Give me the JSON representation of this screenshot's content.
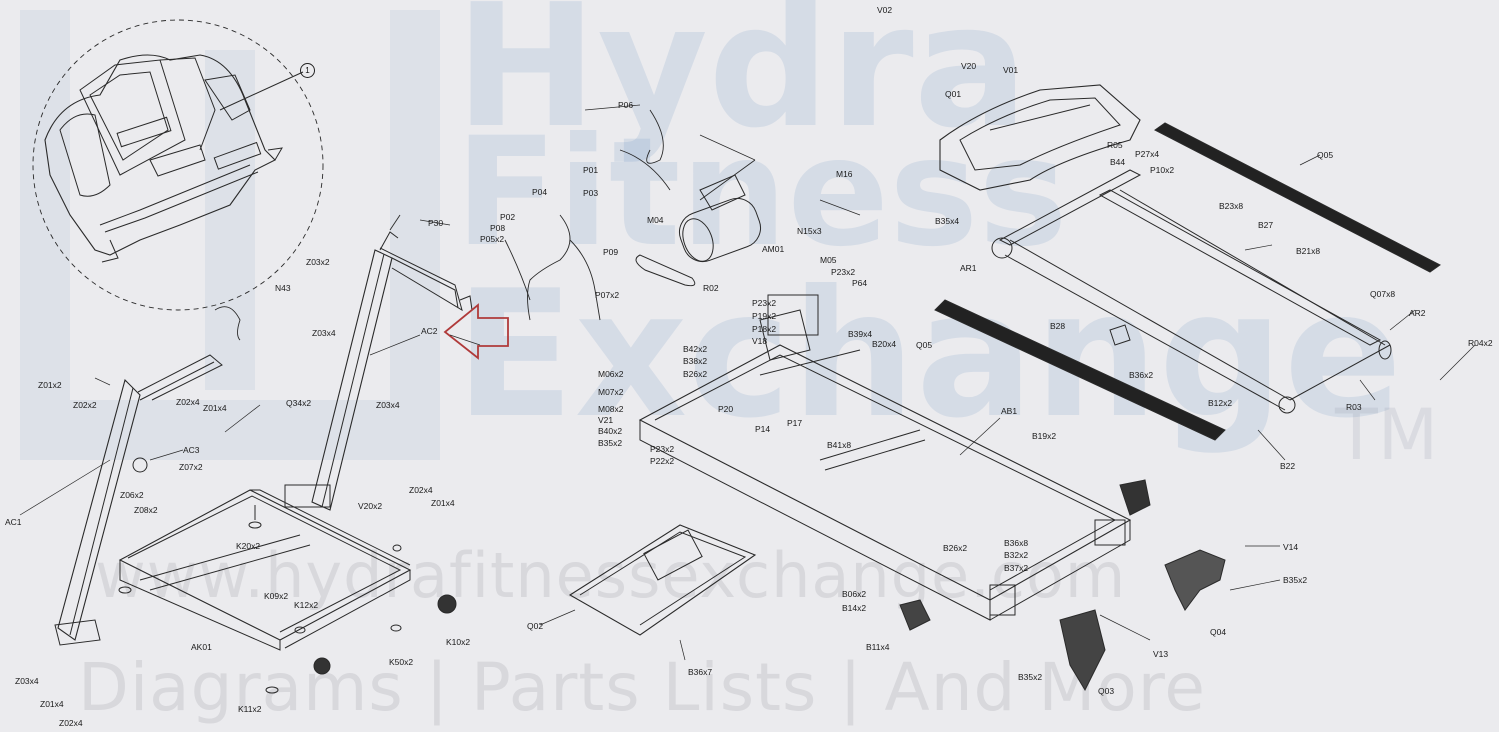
{
  "watermark": {
    "brand_line1": "Hydra",
    "brand_line2": "Fitness",
    "brand_line3": "Exchange",
    "trademark": "TM",
    "url": "www.hydrafitnessexchange.com",
    "tagline": "Diagrams | Parts Lists | And More"
  },
  "callout_number": "1",
  "colors": {
    "arrow": "#b03a3a",
    "line": "#2a2a2a",
    "background": "#ebebee"
  },
  "parts": {
    "V02": "V02",
    "V20": "V20",
    "V01": "V01",
    "Q01": "Q01",
    "P06": "P06",
    "M16": "M16",
    "P01": "P01",
    "P03": "P03",
    "P04": "P04",
    "M04": "M04",
    "R05": "R05",
    "B44": "B44",
    "P27x4": "P27x4",
    "P10x2": "P10x2",
    "Q05a": "Q05",
    "B35x4a": "B35x4",
    "P02": "P02",
    "P08": "P08",
    "P05x2": "P05x2",
    "P09": "P09",
    "AM01": "AM01",
    "N15x3": "N15x3",
    "B23x8": "B23x8",
    "B27": "B27",
    "P30": "P30",
    "Z03x2a": "Z03x2",
    "AR1": "AR1",
    "B21x8": "B21x8",
    "M05": "M05",
    "P23x2a": "P23x2",
    "P64": "P64",
    "R02": "R02",
    "P07x2": "P07x2",
    "Q07x8": "Q07x8",
    "N43": "N43",
    "Z03x4a": "Z03x4",
    "AC2": "AC2",
    "P23x2b": "P23x2",
    "P19x2": "P19x2",
    "P18x2": "P18x2",
    "V18": "V18",
    "AR2": "AR2",
    "Q05b": "Q05",
    "B39x4": "B39x4",
    "B28": "B28",
    "R04x2": "R04x2",
    "Z01x2": "Z01x2",
    "Z02x2": "Z02x2",
    "B42x2": "B42x2",
    "B38x2": "B38x2",
    "B26x2a": "B26x2",
    "B20x4": "B20x4",
    "M06x2": "M06x2",
    "M07x2": "M07x2",
    "Z02x4a": "Z02x4",
    "Z01x4a": "Z01x4",
    "B36x2": "B36x2",
    "M08x2": "M08x2",
    "V21": "V21",
    "P20": "P20",
    "Q34x2": "Q34x2",
    "Z03x4b": "Z03x4",
    "B40x2": "B40x2",
    "R03": "R03",
    "B12x2": "B12x2",
    "P17": "P17",
    "B35x2a": "B35x2",
    "P14": "P14",
    "AB1": "AB1",
    "P23x2c": "P23x2",
    "P22x2": "P22x2",
    "B19x2": "B19x2",
    "AC3": "AC3",
    "B41x8": "B41x8",
    "Z07x2": "Z07x2",
    "B22": "B22",
    "Z06x2a": "Z06x2",
    "Z08x2": "Z08x2",
    "Z02x4b": "Z02x4",
    "Z01x4b": "Z01x4",
    "AC1": "AC1",
    "V20x2": "V20x2",
    "K20x2": "K20x2",
    "B36x8": "B36x8",
    "B26x2b": "B26x2",
    "B32x2": "B32x2",
    "V14": "V14",
    "B37x2": "B37x2",
    "B35x2b": "B35x2",
    "K09x2": "K09x2",
    "K12x2": "K12x2",
    "B06x2": "B06x2",
    "Q02": "Q02",
    "B14x2": "B14x2",
    "Q04": "Q04",
    "AK01": "AK01",
    "K10x2": "K10x2",
    "B11x4": "B11x4",
    "V13": "V13",
    "Z03x4c": "Z03x4",
    "K50x2": "K50x2",
    "B36x7": "B36x7",
    "Z01x4c": "Z01x4",
    "K11x2": "K11x2",
    "B35x2c": "B35x2",
    "Q03": "Q03",
    "Z02x4c": "Z02x4"
  }
}
